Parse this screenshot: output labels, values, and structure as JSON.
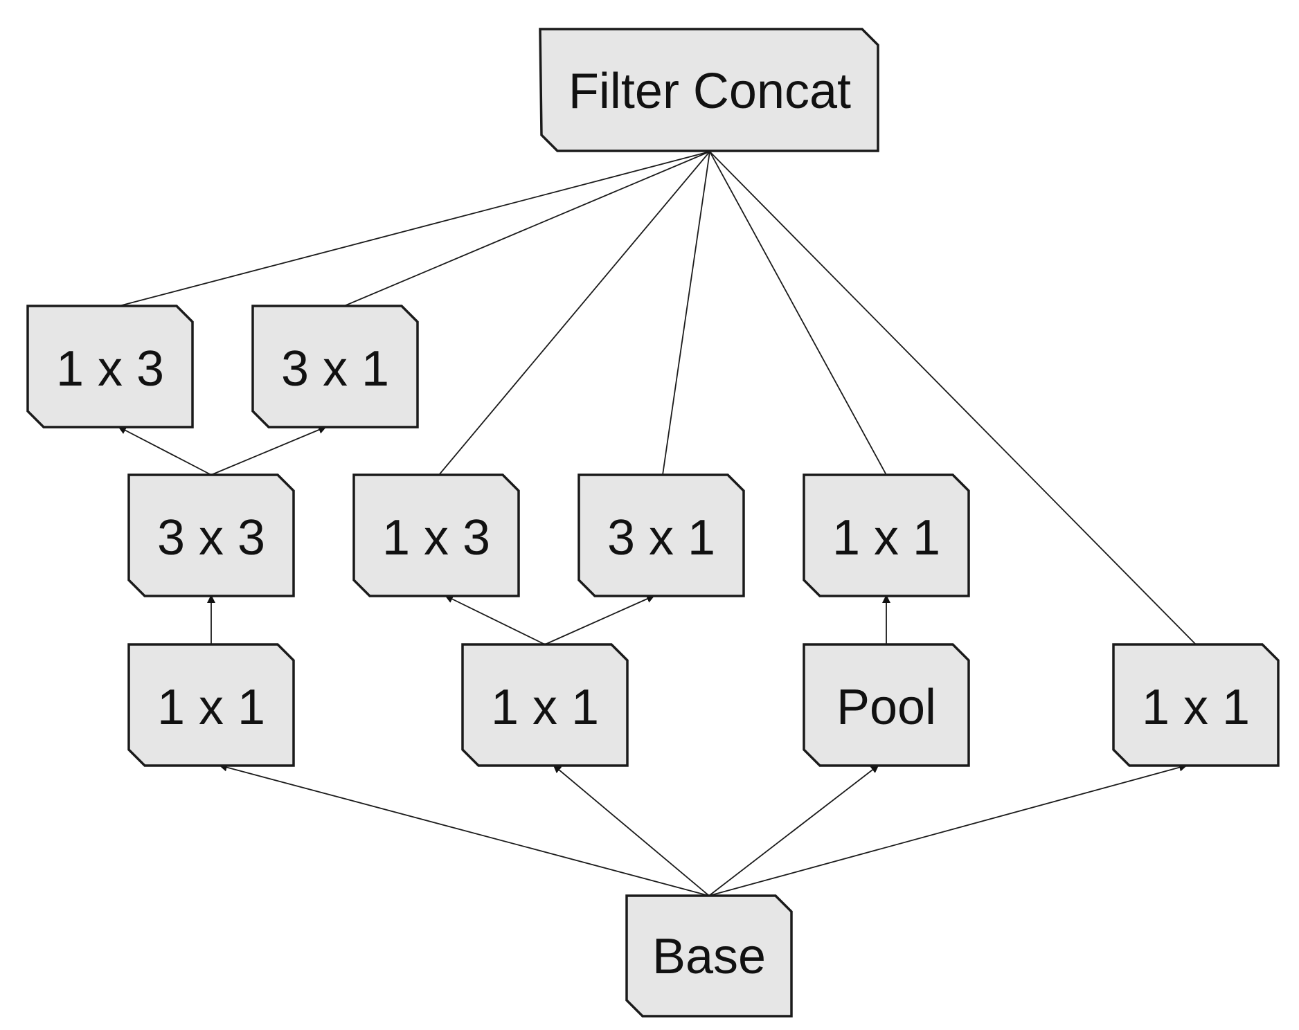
{
  "diagram": {
    "nodes": {
      "concat": {
        "label": "Filter Concat"
      },
      "top_1x3": {
        "label": "1 x 3"
      },
      "top_3x1": {
        "label": "3 x 1"
      },
      "mid_3x3": {
        "label": "3 x 3"
      },
      "mid_1x3": {
        "label": "1 x 3"
      },
      "mid_3x1": {
        "label": "3 x 1"
      },
      "mid_1x1": {
        "label": "1 x 1"
      },
      "low_1x1_a": {
        "label": "1 x 1"
      },
      "low_1x1_b": {
        "label": "1 x 1"
      },
      "low_pool": {
        "label": "Pool"
      },
      "low_1x1_c": {
        "label": "1 x 1"
      },
      "base": {
        "label": "Base"
      }
    },
    "edges": [
      {
        "from": "base",
        "to": "low_1x1_a",
        "arrow": true
      },
      {
        "from": "base",
        "to": "low_1x1_b",
        "arrow": true
      },
      {
        "from": "base",
        "to": "low_pool",
        "arrow": true
      },
      {
        "from": "base",
        "to": "low_1x1_c",
        "arrow": true
      },
      {
        "from": "low_1x1_a",
        "to": "mid_3x3",
        "arrow": true
      },
      {
        "from": "low_1x1_b",
        "to": "mid_1x3",
        "arrow": true
      },
      {
        "from": "low_1x1_b",
        "to": "mid_3x1",
        "arrow": true
      },
      {
        "from": "low_pool",
        "to": "mid_1x1",
        "arrow": true
      },
      {
        "from": "mid_3x3",
        "to": "top_1x3",
        "arrow": true
      },
      {
        "from": "mid_3x3",
        "to": "top_3x1",
        "arrow": true
      },
      {
        "from": "top_1x3",
        "to": "concat",
        "arrow": false
      },
      {
        "from": "top_3x1",
        "to": "concat",
        "arrow": false
      },
      {
        "from": "mid_1x3",
        "to": "concat",
        "arrow": false
      },
      {
        "from": "mid_3x1",
        "to": "concat",
        "arrow": false
      },
      {
        "from": "mid_1x1",
        "to": "concat",
        "arrow": false
      },
      {
        "from": "low_1x1_c",
        "to": "concat",
        "arrow": false
      }
    ]
  }
}
